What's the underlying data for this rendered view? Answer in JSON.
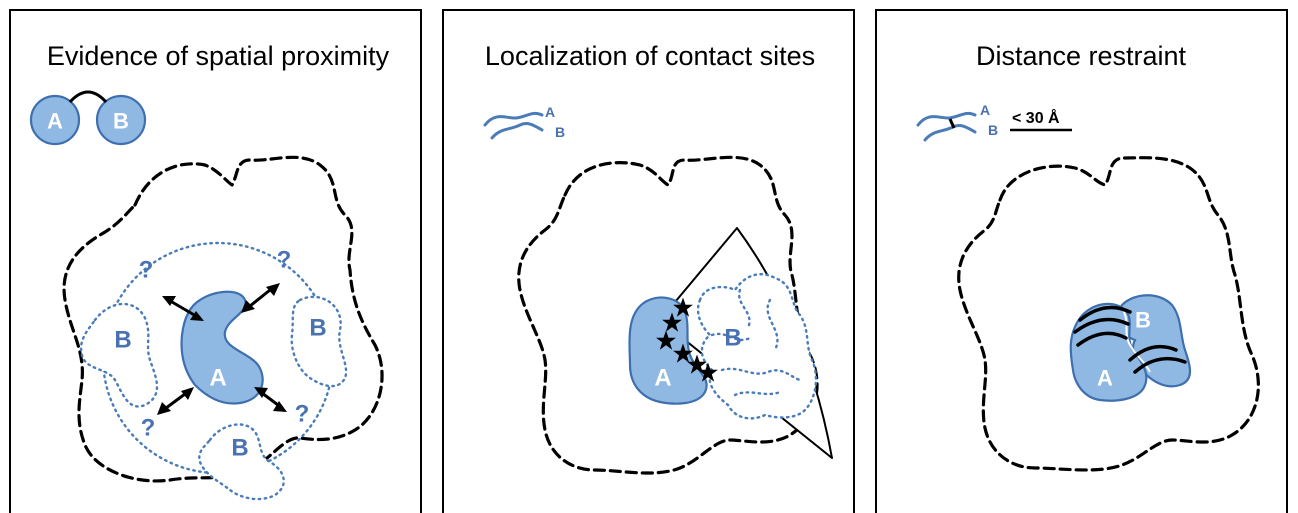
{
  "panels": [
    {
      "title": "Evidence of spatial proximity",
      "legend_a": "A",
      "legend_b": "B",
      "center_label": "A",
      "partner_labels": [
        "B",
        "B",
        "B"
      ],
      "question_marks": [
        "?",
        "?",
        "?",
        "?"
      ]
    },
    {
      "title": "Localization of contact sites",
      "legend_a": "A",
      "legend_b": "B",
      "center_label": "A",
      "partner_label": "B"
    },
    {
      "title": "Distance restraint",
      "legend_a": "A",
      "legend_b": "B",
      "distance": "< 30 Å",
      "center_label_a": "A",
      "center_label_b": "B"
    }
  ],
  "colors": {
    "protein_fill": "#8fb8e2",
    "protein_stroke": "#3e6fae",
    "label_blue": "#4a72b0",
    "ink": "#000000"
  }
}
